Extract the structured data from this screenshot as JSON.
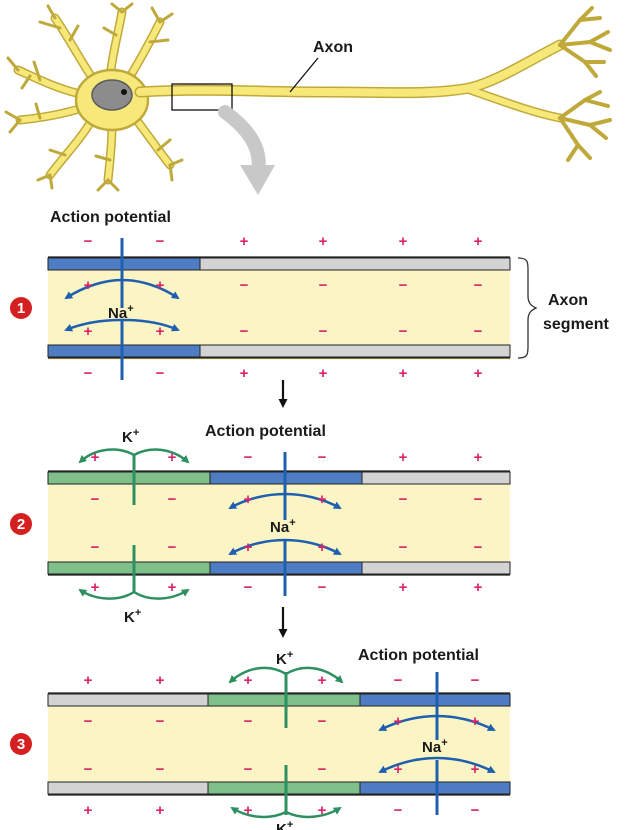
{
  "labels": {
    "axon": "Axon",
    "action_potential": "Action potential",
    "axon_segment_line1": "Axon",
    "axon_segment_line2": "segment",
    "na": "Na",
    "k": "K",
    "ion_charge": "+"
  },
  "signs": {
    "plus": "+",
    "minus": "−"
  },
  "steps": [
    {
      "number": "1"
    },
    {
      "number": "2"
    },
    {
      "number": "3"
    }
  ],
  "colors": {
    "neuron_fill": "#f7e87a",
    "neuron_outline": "#bfa93a",
    "nucleus": "#8c8c8c",
    "cytoplasm": "#fbf4c4",
    "membrane_rest": "#d3d3d3",
    "membrane_depolarized": "#4f7dc4",
    "membrane_repolarizing": "#7fbf8a",
    "sodium_arrow": "#1f5fb0",
    "potassium_arrow": "#2e9060",
    "plus_sign": "#d9246a",
    "minus_sign": "#d9246a",
    "badge": "#d42020",
    "gray_arrow": "#c8c8c8"
  }
}
